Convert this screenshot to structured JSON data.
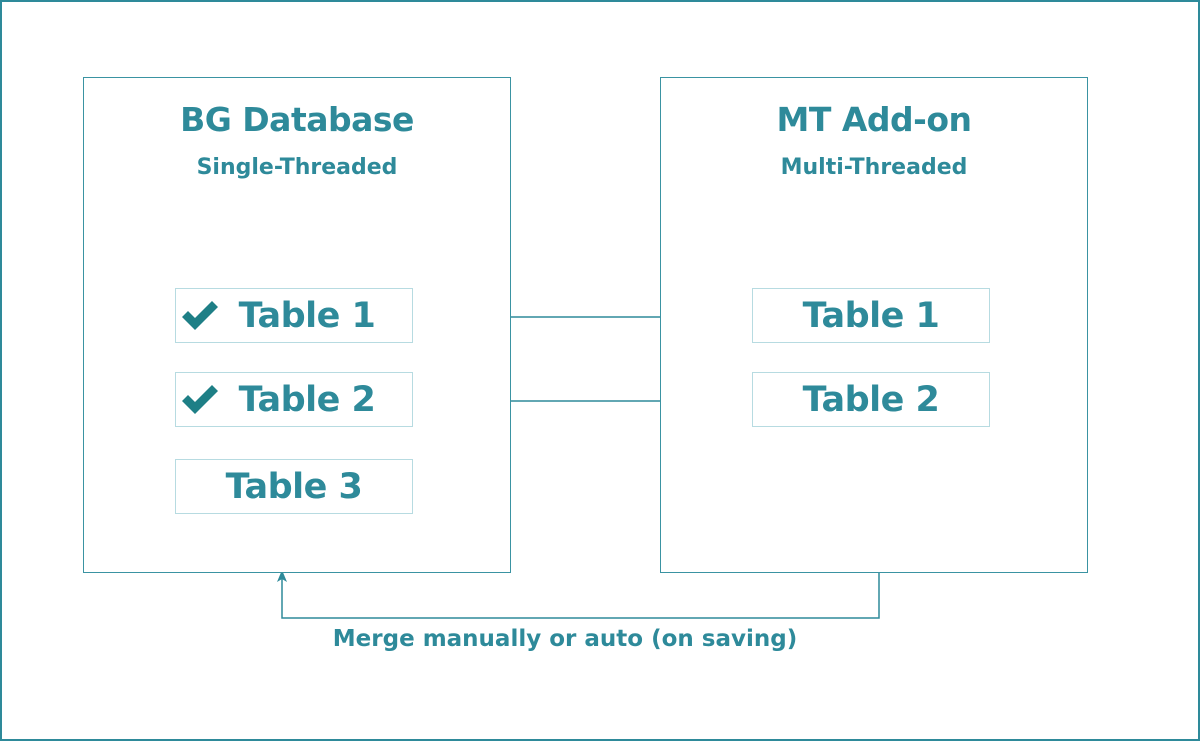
{
  "left_panel": {
    "title": "BG Database",
    "subtitle": "Single-Threaded",
    "tables": [
      {
        "label": "Table 1",
        "checked": true
      },
      {
        "label": "Table 2",
        "checked": true
      },
      {
        "label": "Table 3",
        "checked": false
      }
    ]
  },
  "right_panel": {
    "title": "MT Add-on",
    "subtitle": "Multi-Threaded",
    "tables": [
      {
        "label": "Table 1"
      },
      {
        "label": "Table 2"
      }
    ]
  },
  "merge_caption": "Merge manually or auto (on saving)",
  "colors": {
    "accent": "#2e8a9a",
    "check": "#1e7f86",
    "table_border": "#b7dbe1"
  },
  "icons": {
    "check": "check-icon",
    "arrow": "arrow-right-icon"
  }
}
